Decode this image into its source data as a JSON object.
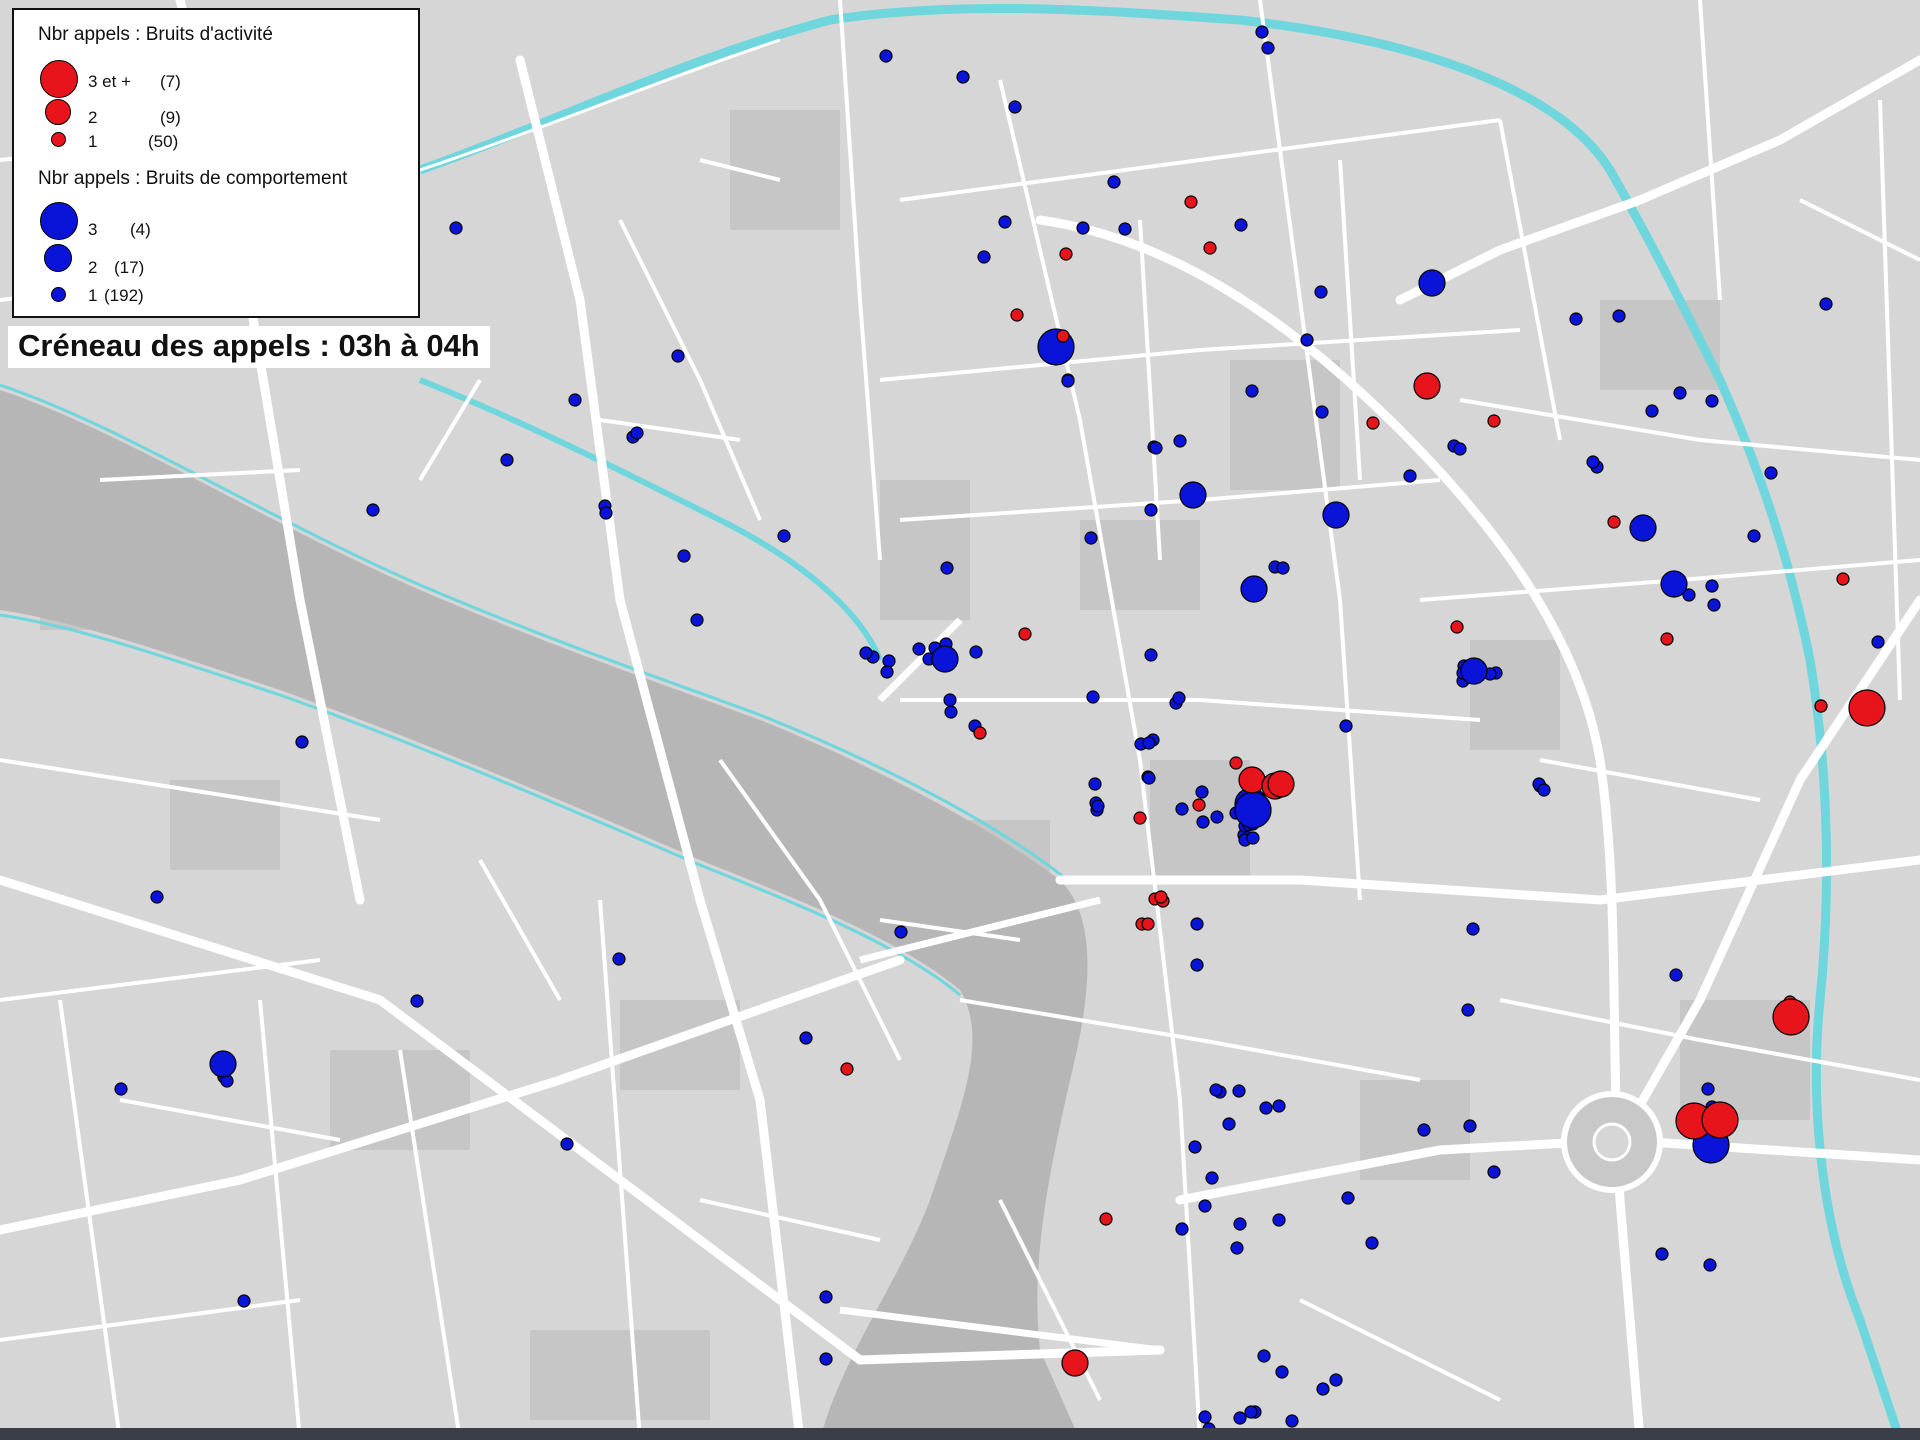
{
  "legend": {
    "activity": {
      "title": "Nbr appels : Bruits d'activité",
      "color": "#e8141c",
      "items": [
        {
          "label": "3 et +",
          "count": "(7)"
        },
        {
          "label": "2",
          "count": "(9)"
        },
        {
          "label": "1",
          "count": "(50)"
        }
      ]
    },
    "behavior": {
      "title": "Nbr appels : Bruits de comportement",
      "color": "#0a14d8",
      "items": [
        {
          "label": "3",
          "count": "(4)"
        },
        {
          "label": "2",
          "count": "(17)"
        },
        {
          "label": "1",
          "count": "(192)"
        }
      ]
    }
  },
  "map": {
    "slot_title": "Créneau des appels : 03h à 04h",
    "colors": {
      "land": "#d6d6d6",
      "street": "#ffffff",
      "river": "#b4b4b4",
      "canal": "#6fd6de",
      "block": "#c4c4c4"
    }
  }
}
